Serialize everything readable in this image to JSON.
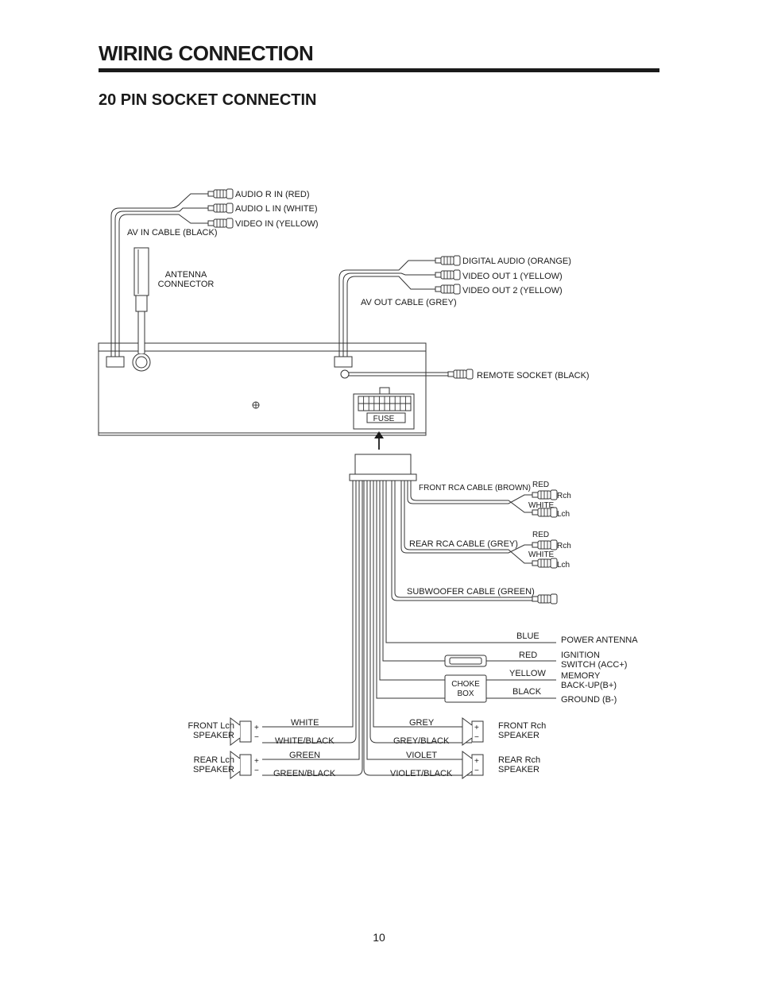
{
  "page": {
    "title": "WIRING CONNECTION",
    "section_title": "20 PIN SOCKET CONNECTIN",
    "page_number": "10"
  },
  "av_in": {
    "cable": "AV IN CABLE (BLACK)",
    "plugs": [
      "AUDIO R IN (RED)",
      "AUDIO L IN (WHITE)",
      "VIDEO IN (YELLOW)"
    ]
  },
  "antenna": {
    "line1": "ANTENNA",
    "line2": "CONNECTOR"
  },
  "av_out": {
    "cable": "AV OUT CABLE (GREY)",
    "plugs": [
      "DIGITAL AUDIO (ORANGE)",
      "VIDEO OUT 1 (YELLOW)",
      "VIDEO OUT 2 (YELLOW)"
    ]
  },
  "remote_socket": "REMOTE SOCKET (BLACK)",
  "fuse": "FUSE",
  "front_rca": {
    "cable": "FRONT RCA CABLE (BROWN)",
    "red": "RED",
    "white": "WHITE",
    "rch": "Rch",
    "lch": "Lch"
  },
  "rear_rca": {
    "cable": "REAR RCA CABLE (GREY)",
    "red": "RED",
    "white": "WHITE",
    "rch": "Rch",
    "lch": "Lch"
  },
  "subwoofer": "SUBWOOFER CABLE (GREEN)",
  "power_wires": [
    {
      "color": "BLUE",
      "label": "POWER ANTENNA"
    },
    {
      "color": "RED",
      "label_line1": "IGNITION",
      "label_line2": "SWITCH (ACC+)"
    },
    {
      "color": "YELLOW",
      "label_line1": "MEMORY",
      "label_line2": "BACK-UP(B+)"
    },
    {
      "color": "BLACK",
      "label": "GROUND (B-)"
    }
  ],
  "choke_box": {
    "line1": "CHOKE",
    "line2": "BOX"
  },
  "speakers": {
    "front_left": {
      "line1": "FRONT Lch",
      "line2": "SPEAKER",
      "pos_wire": "WHITE",
      "neg_wire": "WHITE/BLACK"
    },
    "rear_left": {
      "line1": "REAR Lch",
      "line2": "SPEAKER",
      "pos_wire": "GREEN",
      "neg_wire": "GREEN/BLACK"
    },
    "front_right": {
      "line1": "FRONT Rch",
      "line2": "SPEAKER",
      "pos_wire": "GREY",
      "neg_wire": "GREY/BLACK"
    },
    "rear_right": {
      "line1": "REAR Rch",
      "line2": "SPEAKER",
      "pos_wire": "VIOLET",
      "neg_wire": "VIOLET/BLACK"
    },
    "plus": "+",
    "minus": "−"
  }
}
